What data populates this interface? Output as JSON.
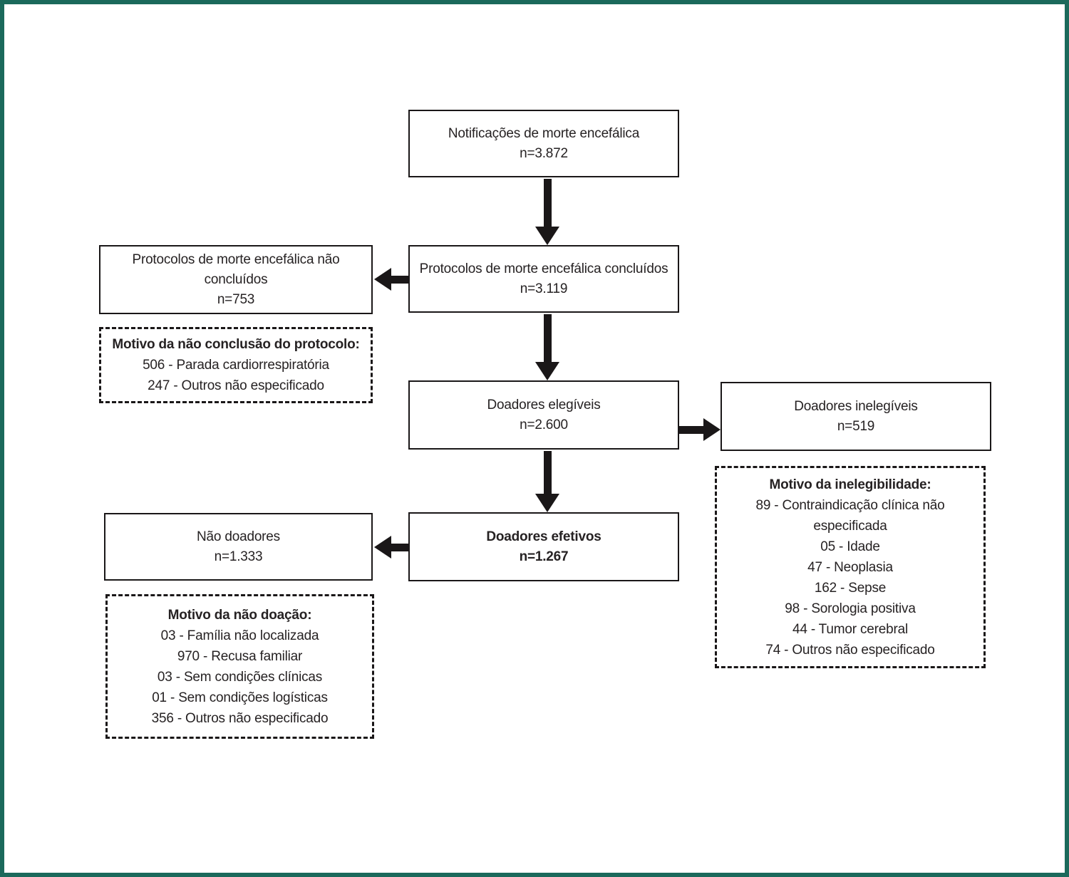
{
  "frame": {
    "border_color": "#1b695b",
    "background": "#ffffff"
  },
  "flowchart": {
    "boxes": {
      "notificacoes": {
        "title": "Notificações de morte encefálica",
        "n": "n=3.872"
      },
      "protocolos_concluidos": {
        "title": "Protocolos de morte encefálica concluídos",
        "n": "n=3.119"
      },
      "protocolos_nao_concluidos": {
        "title": "Protocolos de morte encefálica não concluídos",
        "n": "n=753"
      },
      "doadores_elegiveis": {
        "title": "Doadores elegíveis",
        "n": "n=2.600"
      },
      "doadores_inelegiveis": {
        "title": "Doadores inelegíveis",
        "n": "n=519"
      },
      "doadores_efetivos": {
        "title": "Doadores efetivos",
        "n": "n=1.267"
      },
      "nao_doadores": {
        "title": "Não doadores",
        "n": "n=1.333"
      }
    },
    "detail_boxes": {
      "nao_conclusao": {
        "heading": "Motivo da não conclusão do protocolo:",
        "items": [
          "506 - Parada cardiorrespiratória",
          "247 - Outros não especificado"
        ]
      },
      "inelegibilidade": {
        "heading": "Motivo da inelegibilidade:",
        "items": [
          "89 - Contraindicação clínica não especificada",
          "05 - Idade",
          "47 - Neoplasia",
          "162 - Sepse",
          "98 - Sorologia positiva",
          "44 - Tumor cerebral",
          "74 - Outros não especificado"
        ]
      },
      "nao_doacao": {
        "heading": "Motivo da não doação:",
        "items": [
          "03 - Família não localizada",
          "970 - Recusa familiar",
          "03 - Sem condições clínicas",
          "01 - Sem condições logísticas",
          "356 - Outros não especificado"
        ]
      }
    }
  }
}
